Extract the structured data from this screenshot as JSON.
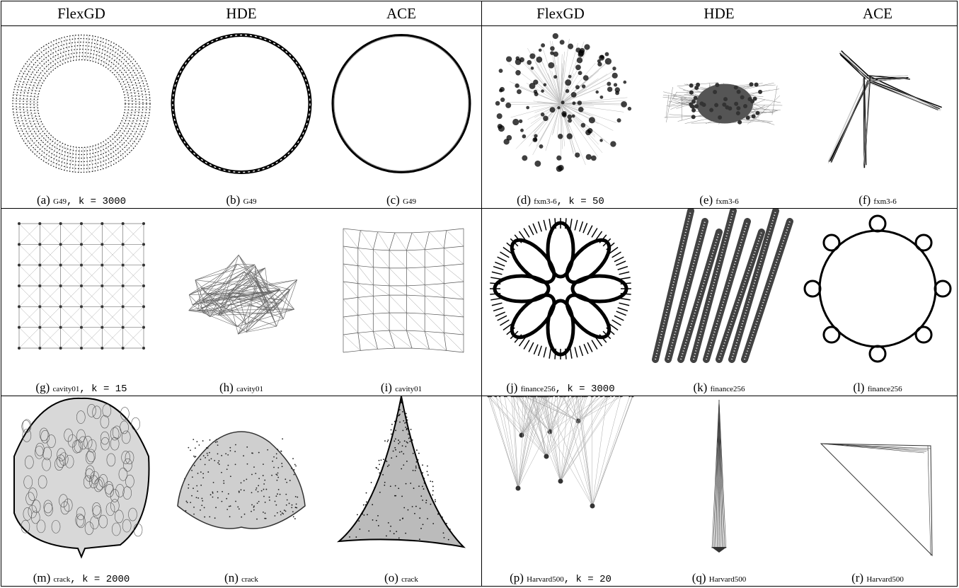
{
  "columns": [
    "FlexGD",
    "HDE",
    "ACE",
    "FlexGD",
    "HDE",
    "ACE"
  ],
  "panels": [
    {
      "label": "(a)",
      "dataset": "G49",
      "k": "k = 3000",
      "shape": "ring-thick"
    },
    {
      "label": "(b)",
      "dataset": "G49",
      "k": "",
      "shape": "ring-thin"
    },
    {
      "label": "(c)",
      "dataset": "G49",
      "k": "",
      "shape": "ring-line"
    },
    {
      "label": "(d)",
      "dataset": "fxm3-6",
      "k": "k = 50",
      "shape": "cluster-disk"
    },
    {
      "label": "(e)",
      "dataset": "fxm3-6",
      "k": "",
      "shape": "cluster-blob"
    },
    {
      "label": "(f)",
      "dataset": "fxm3-6",
      "k": "",
      "shape": "spiky-lines"
    },
    {
      "label": "(g)",
      "dataset": "cavity01",
      "k": "k = 15",
      "shape": "grid-square"
    },
    {
      "label": "(h)",
      "dataset": "cavity01",
      "k": "",
      "shape": "mesh-dome"
    },
    {
      "label": "(i)",
      "dataset": "cavity01",
      "k": "",
      "shape": "mesh-warp"
    },
    {
      "label": "(j)",
      "dataset": "finance256",
      "k": "k = 3000",
      "shape": "petals"
    },
    {
      "label": "(k)",
      "dataset": "finance256",
      "k": "",
      "shape": "strands"
    },
    {
      "label": "(l)",
      "dataset": "finance256",
      "k": "",
      "shape": "ring-lobes"
    },
    {
      "label": "(m)",
      "dataset": "crack",
      "k": "k = 2000",
      "shape": "shell"
    },
    {
      "label": "(n)",
      "dataset": "crack",
      "k": "",
      "shape": "mound"
    },
    {
      "label": "(o)",
      "dataset": "crack",
      "k": "",
      "shape": "triangle"
    },
    {
      "label": "(p)",
      "dataset": "Harvard500",
      "k": "k = 20",
      "shape": "sparse-graph"
    },
    {
      "label": "(q)",
      "dataset": "Harvard500",
      "k": "",
      "shape": "spike"
    },
    {
      "label": "(r)",
      "dataset": "Harvard500",
      "k": "",
      "shape": "wedge"
    }
  ],
  "colors": {
    "ink": "#000000",
    "edge": "#888888",
    "border": "#000000"
  }
}
